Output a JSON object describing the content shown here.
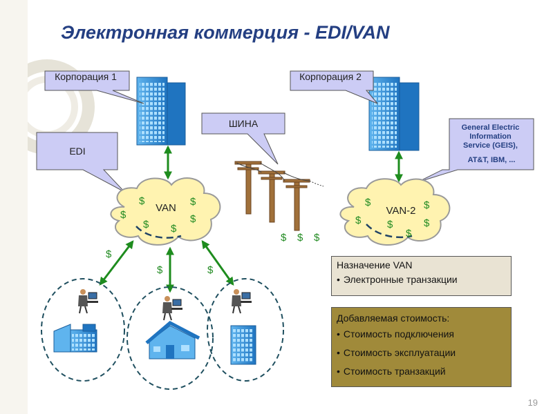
{
  "title": "Электронная коммерция - EDI/VAN",
  "corp1_label": "Корпорация 1",
  "corp2_label": "Корпорация 2",
  "edi_label": "EDI",
  "bus_label": "ШИНА",
  "geis_label": [
    "General Electric",
    "Information",
    "Service (GEIS),",
    "AT&T, IBM, ..."
  ],
  "van1_label": "VAN",
  "van2_label": "VAN-2",
  "currency_symbol": "$",
  "purpose": {
    "heading": "Назначение VAN",
    "items": [
      "Электронные транзакции"
    ]
  },
  "added_value": {
    "heading": "Добавляемая стоимость:",
    "items": [
      "Стоимость подключения",
      "Стоимость эксплуатации",
      "Стоимость транзакций"
    ]
  },
  "slide_number": "19",
  "colors": {
    "title": "#243f82",
    "callout_fill": "#ccccf5",
    "cloud_fill": "#fff3b0",
    "cloud_stroke": "#9a9a9a",
    "building_blue": "#2e8fd8",
    "pole_brown": "#8b5a2b",
    "arrow_green": "#1e8c1e",
    "dollar_green": "#228b22",
    "dashed_circle": "#1f4f5f",
    "purpose_box_bg": "#e9e3d3",
    "value_box_bg": "#a08a3a"
  }
}
